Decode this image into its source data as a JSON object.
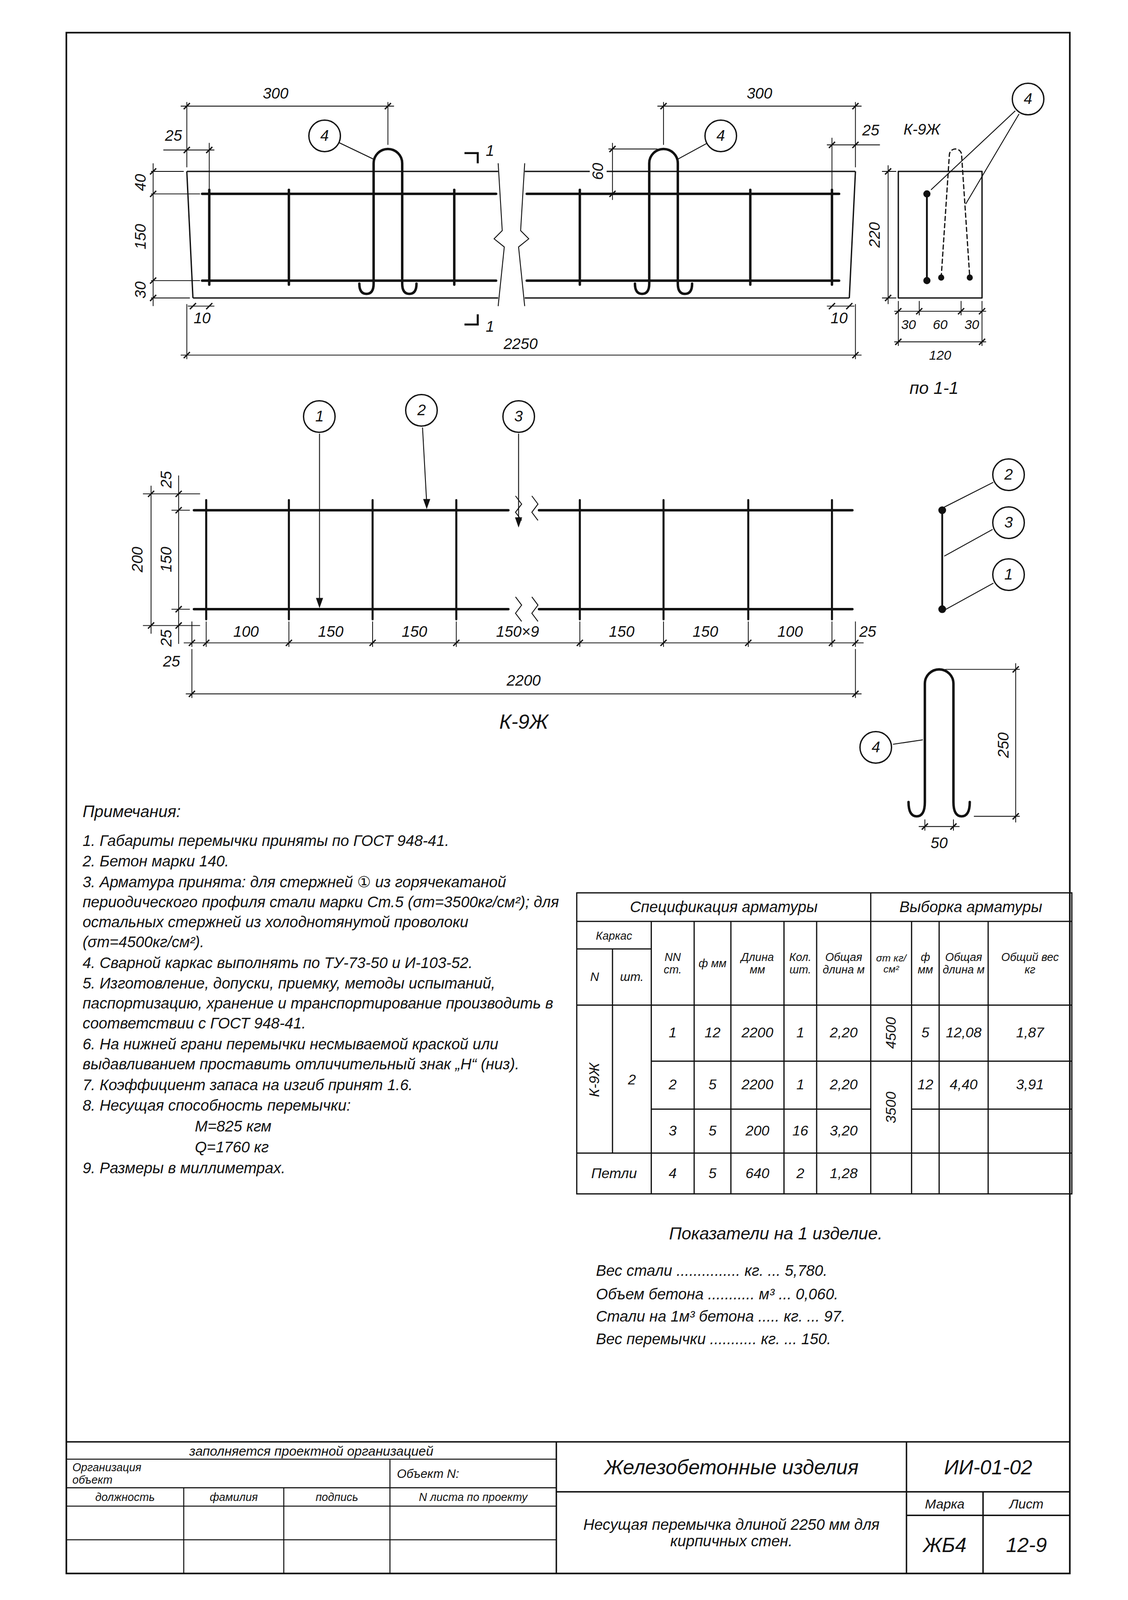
{
  "diagram": {
    "nodes": [
      {
        "text": [
          "4"
        ]
      },
      {
        "text": [
          "4"
        ]
      },
      {
        "text": [
          "4"
        ]
      },
      {
        "text": [
          "1"
        ]
      },
      {
        "text": [
          "2"
        ]
      },
      {
        "text": [
          "3"
        ]
      },
      {
        "text": [
          "2"
        ]
      },
      {
        "text": [
          "3"
        ]
      },
      {
        "text": [
          "1"
        ]
      },
      {
        "text": [
          "4"
        ]
      }
    ],
    "labels": [
      "300",
      "25",
      "40",
      "150",
      "30",
      "10",
      "1",
      "1",
      "2250",
      "300",
      "25",
      "60",
      "10",
      "К-9Ж",
      "220",
      "30",
      "60",
      "30",
      "120",
      "по 1-1",
      "25",
      "200",
      "150",
      "25",
      "25",
      "100",
      "150",
      "150",
      "150×9",
      "150",
      "150",
      "100",
      "25",
      "2200",
      "К-9Ж",
      "250",
      "50",
      "Примечания:",
      "1. Габариты перемычки приняты по ГОСТ 948-41.",
      "2. Бетон марки 140.",
      "3. Арматура принята: для стержней ① из горячекатаной периодического профиля стали марки Ст.5 (σт=3500кг/см²); для остальных стержней из холоднотянутой проволоки (σт=4500кг/см²).",
      "4. Сварной каркас выполнять по ТУ-73-50 и И-103-52.",
      "5. Изготовление, допуски, приемку, методы испытаний, паспортизацию, хранение и транспортирование производить в соответствии с ГОСТ 948-41.",
      "6. На нижней грани перемычки несмываемой краской или выдавливанием проставить отличительный знак „Н“ (низ).",
      "7. Коэффициент запаса на изгиб принят 1.6.",
      "8. Несущая способность перемычки:",
      "M=825 кгм",
      "Q=1760 кг",
      "9. Размеры в миллиметрах.",
      "Спецификация арматуры",
      "Выборка арматуры",
      "Каркас",
      "N",
      "шт.",
      "NN ст.",
      "ф мм",
      "Длина мм",
      "Кол. шт.",
      "Общая длина м",
      "σт кг/см²",
      "ф мм",
      "Общая длина м",
      "Общий вес кг",
      "К-9Ж",
      "2",
      "1",
      "12",
      "2200",
      "1",
      "2,20",
      "2",
      "5",
      "2200",
      "1",
      "2,20",
      "3",
      "5",
      "200",
      "16",
      "3,20",
      "Петли",
      "4",
      "5",
      "640",
      "2",
      "1,28",
      "4500",
      "5",
      "12,08",
      "1,87",
      "3500",
      "12",
      "4,40",
      "3,91",
      "Показатели на 1 изделие.",
      "Вес стали ............... кг. ... 5,780.",
      "Объем бетона ........... м³ ... 0,060.",
      "Стали на 1м³ бетона ..... кг. ... 97.",
      "Вес перемычки ........... кг. ... 150.",
      "заполняется проектной организацией",
      "Организация объект",
      "Объект N:",
      "должность",
      "фамилия",
      "подпись",
      "N листа по проекту",
      "Железобетонные изделия",
      "ИИ-01-02",
      "Несущая перемычка длиной 2250 мм для кирпичных стен.",
      "Марка",
      "Лист",
      "ЖБ4",
      "12-9"
    ]
  }
}
